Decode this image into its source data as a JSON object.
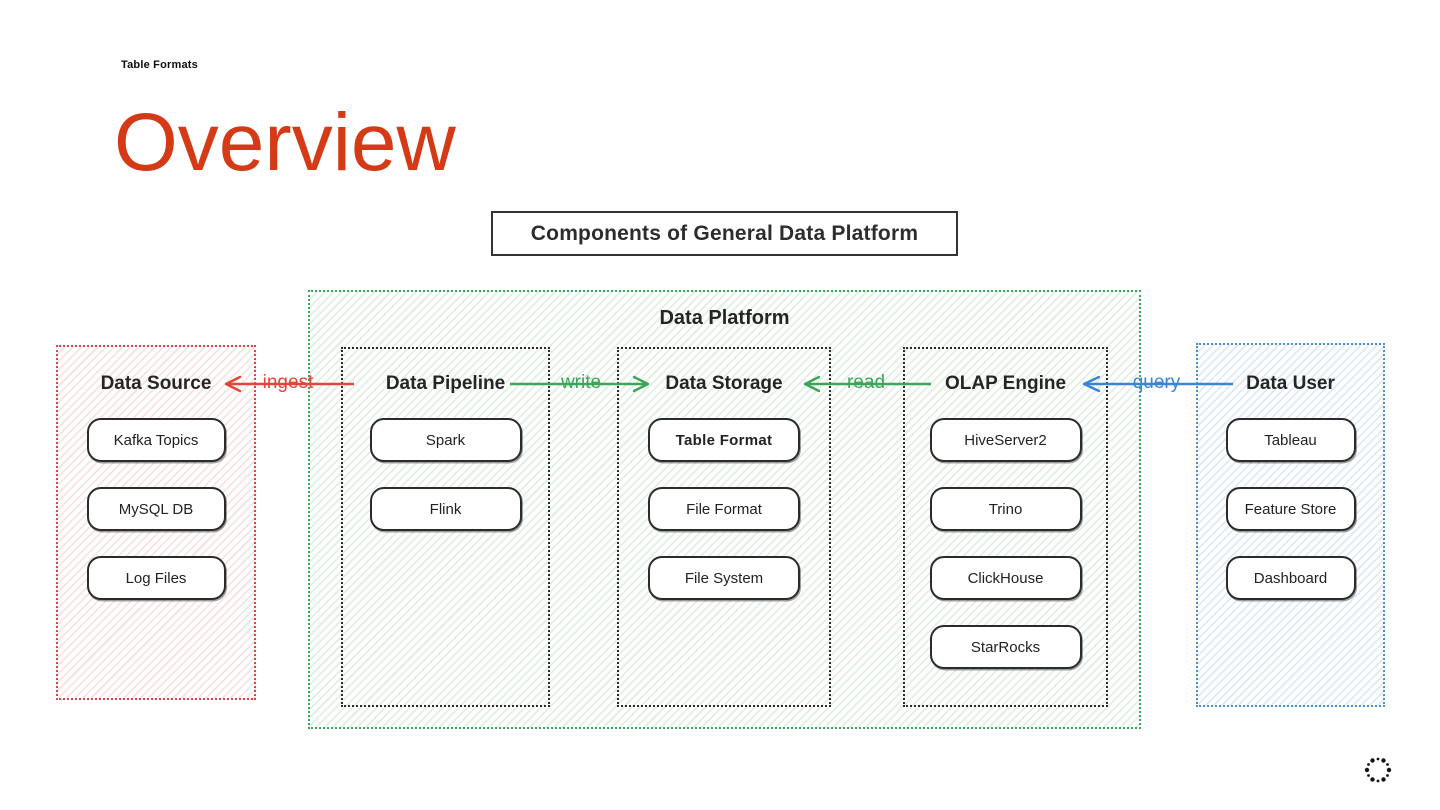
{
  "slide": {
    "eyebrow": "Table Formats",
    "title": "Overview",
    "diagram_title": "Components of General Data Platform"
  },
  "colors": {
    "title_red": "#d53a16",
    "platform_border_green": "#3aa85c",
    "source_border_red": "#e14444",
    "user_border_blue": "#4a90d9",
    "arrow_red": "#e2453a",
    "arrow_green": "#3da458",
    "arrow_blue": "#3d85d3"
  },
  "platform": {
    "label": "Data Platform"
  },
  "groups": [
    {
      "id": "data-source",
      "label": "Data Source",
      "items": [
        "Kafka Topics",
        "MySQL DB",
        "Log Files"
      ]
    },
    {
      "id": "data-pipeline",
      "label": "Data Pipeline",
      "items": [
        "Spark",
        "Flink"
      ]
    },
    {
      "id": "data-storage",
      "label": "Data Storage",
      "items": [
        "Table Format",
        "File Format",
        "File System"
      ]
    },
    {
      "id": "olap-engine",
      "label": "OLAP Engine",
      "items": [
        "HiveServer2",
        "Trino",
        "ClickHouse",
        "StarRocks"
      ]
    },
    {
      "id": "data-user",
      "label": "Data User",
      "items": [
        "Tableau",
        "Feature Store",
        "Dashboard"
      ]
    }
  ],
  "arrows": [
    {
      "label": "ingest",
      "color": "#e2453a",
      "direction": "left"
    },
    {
      "label": "write",
      "color": "#3da458",
      "direction": "right"
    },
    {
      "label": "read",
      "color": "#3da458",
      "direction": "left"
    },
    {
      "label": "query",
      "color": "#3d85d3",
      "direction": "left"
    }
  ],
  "footer": {
    "logo": "dotted-circle-logo"
  }
}
